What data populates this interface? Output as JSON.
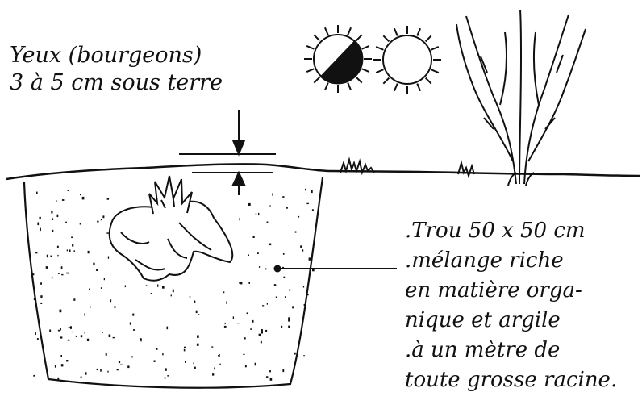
{
  "annotation_top": {
    "line1": "Yeux (bourgeons)",
    "line2": "3 à 5 cm sous terre"
  },
  "annotation_right": {
    "line1": ".Trou 50 x 50 cm",
    "line2": ".mélange riche",
    "line3": "en matière orga-",
    "line4": "nique et argile",
    "line5": ".à un mètre de",
    "line6": "toute grosse racine."
  },
  "icons": {
    "sun_half": "half-shade-sun-icon",
    "sun_full": "full-sun-icon",
    "shrub": "bare-shrub-icon"
  },
  "colors": {
    "ink": "#111111",
    "paper": "#ffffff"
  }
}
